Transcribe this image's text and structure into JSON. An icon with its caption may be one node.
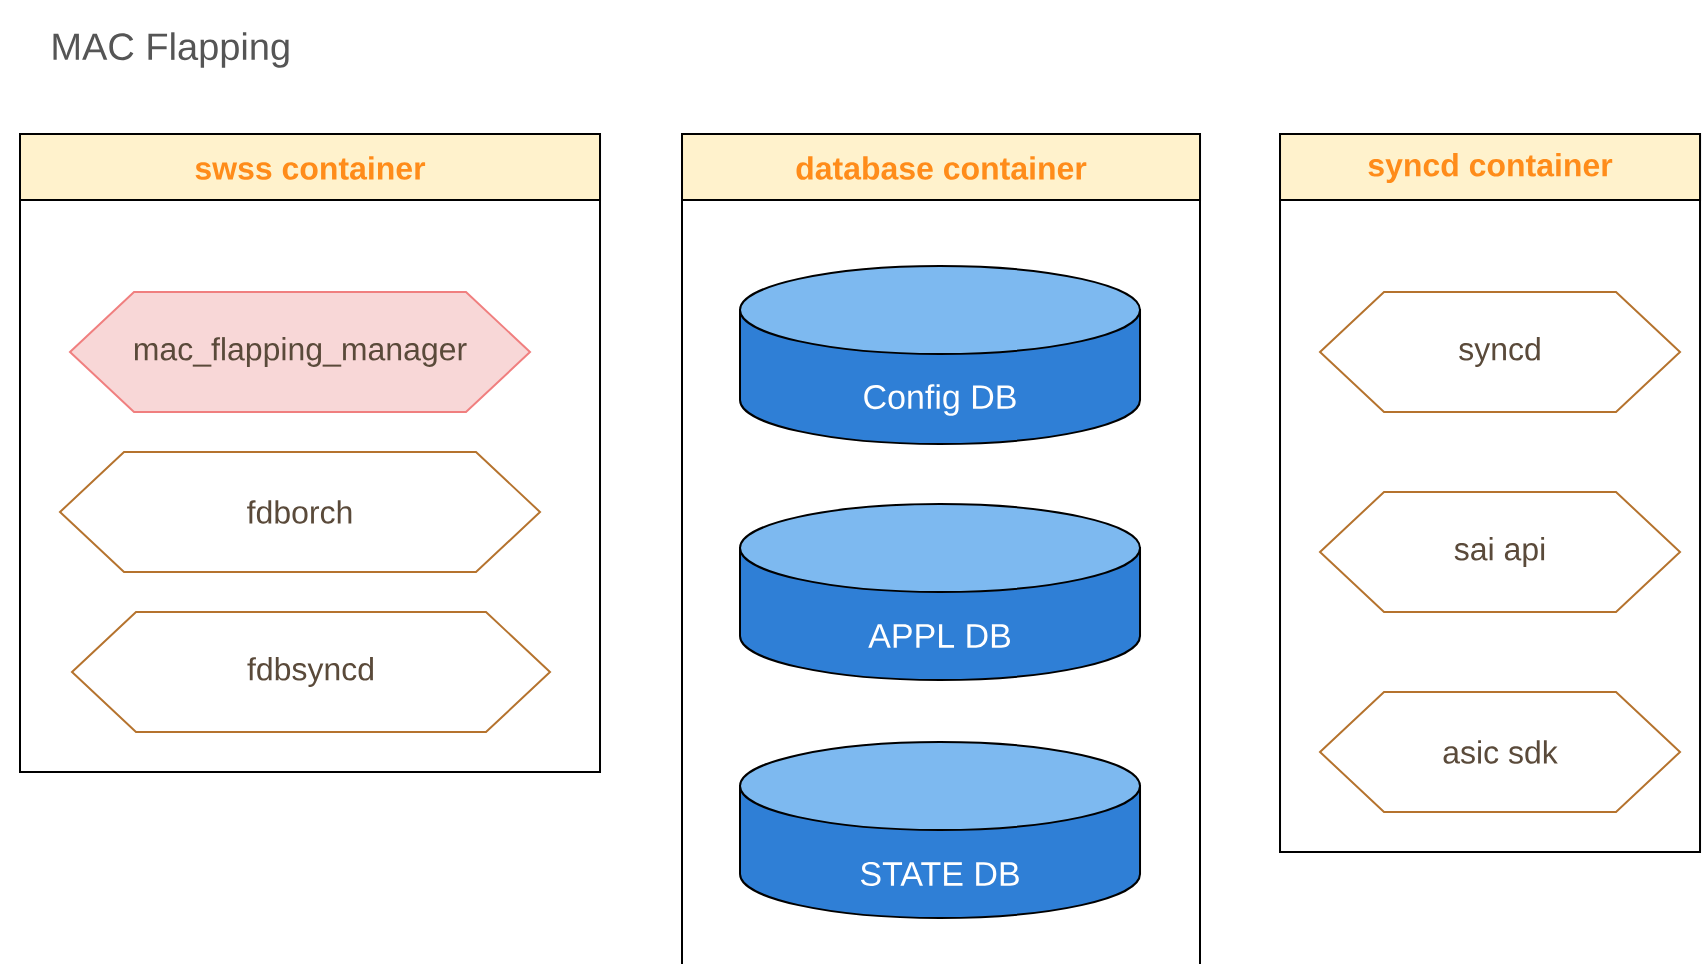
{
  "diagram": {
    "title": "MAC Flapping",
    "nodes": [
      {
        "text": [
          "swss container"
        ]
      },
      {
        "text": [
          "mac_flapping_manager"
        ],
        "in": 0
      },
      {
        "text": [
          "fdborch"
        ],
        "in": 0
      },
      {
        "text": [
          "fdbsyncd"
        ],
        "in": 0
      },
      {
        "text": [
          "database container"
        ]
      },
      {
        "text": [
          "Config DB"
        ],
        "in": 4
      },
      {
        "text": [
          "APPL DB"
        ],
        "in": 4
      },
      {
        "text": [
          "STATE DB"
        ],
        "in": 4
      },
      {
        "text": [
          "syncd container"
        ]
      },
      {
        "text": [
          "syncd"
        ],
        "in": 8
      },
      {
        "text": [
          "sai api"
        ],
        "in": 8
      },
      {
        "text": [
          "asic sdk"
        ],
        "in": 8
      }
    ]
  }
}
